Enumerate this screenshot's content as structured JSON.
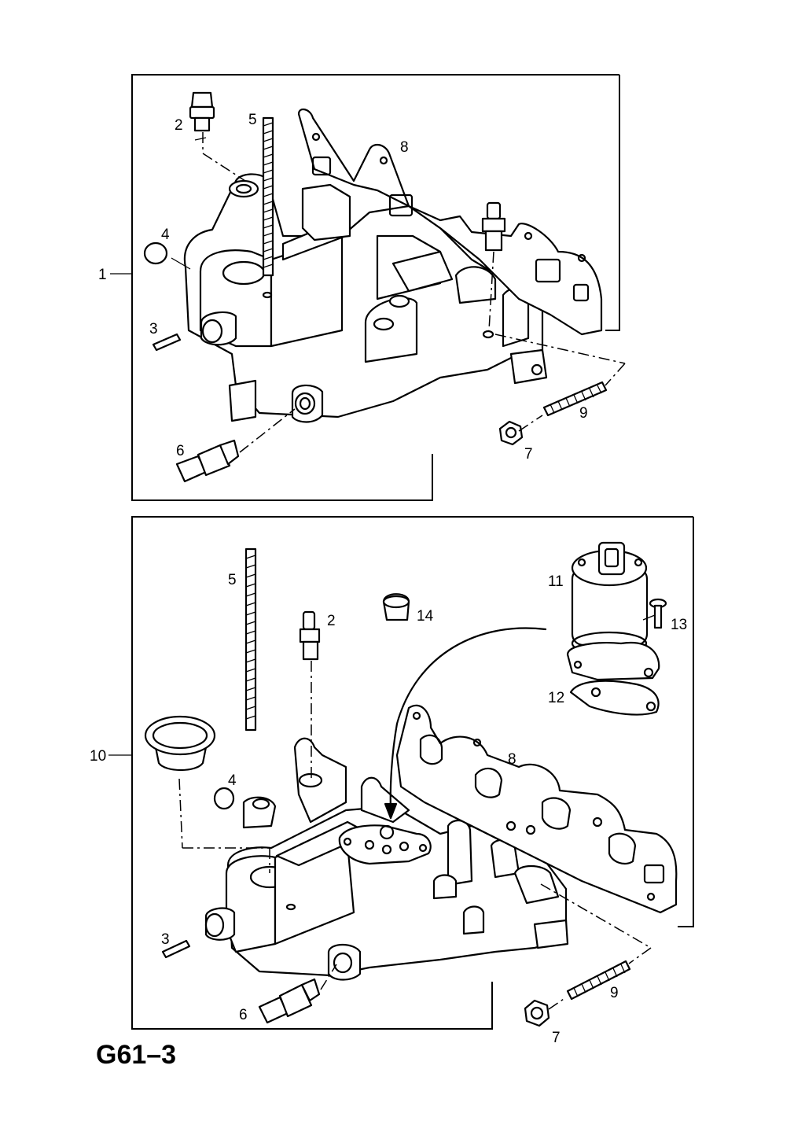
{
  "page_code": "G61–3",
  "top_panel": {
    "assembly_label": "1",
    "part_labels": [
      "2",
      "5",
      "8",
      "4",
      "3",
      "9",
      "7",
      "6"
    ]
  },
  "bottom_panel": {
    "assembly_label": "10",
    "part_labels": [
      "5",
      "2",
      "14",
      "11",
      "13",
      "12",
      "8",
      "4",
      "3",
      "9",
      "6",
      "7"
    ]
  }
}
